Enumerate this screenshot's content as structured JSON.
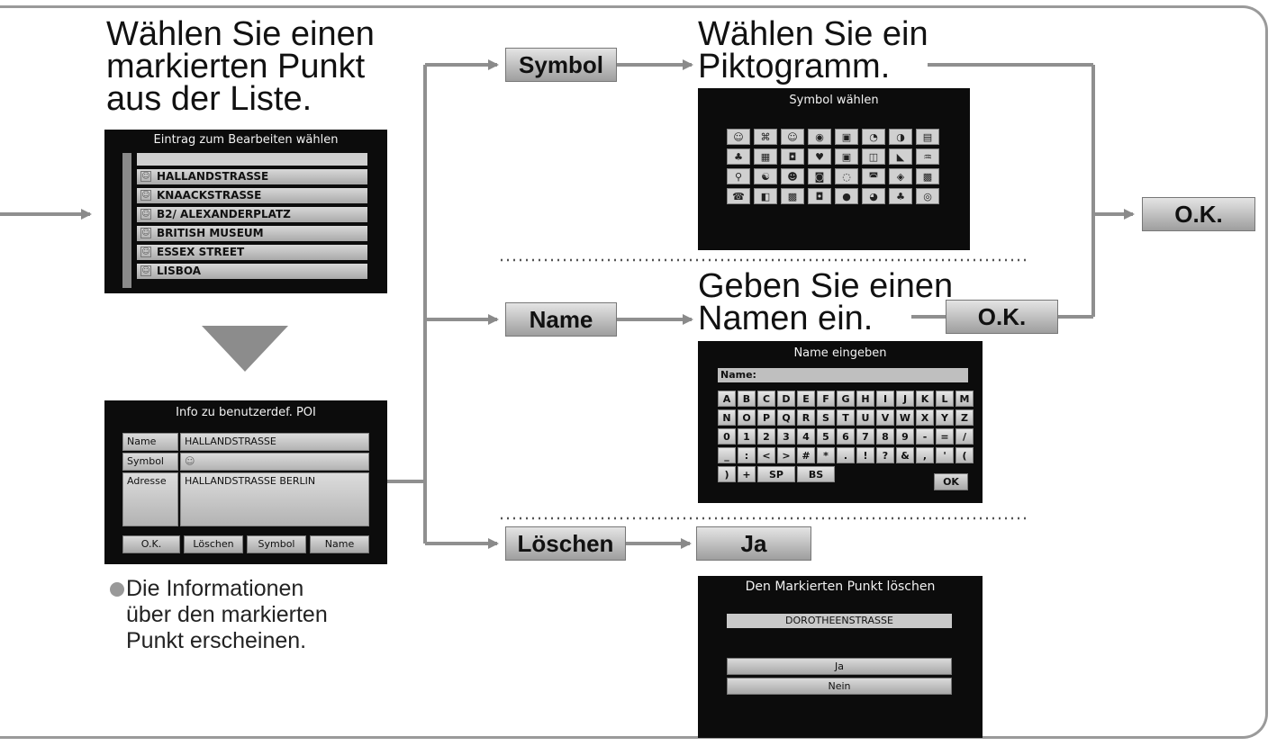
{
  "steps": {
    "select": "Wählen Sie einen\nmarkierten Punkt\naus der Liste.",
    "info_note": "Die Informationen\nüber den markierten\nPunkt erscheinen.",
    "symbol_prompt": "Wählen Sie ein\nPiktogramm.",
    "name_prompt": "Geben Sie einen\nNamen ein."
  },
  "buttons": {
    "symbol": "Symbol",
    "name": "Name",
    "delete": "Löschen",
    "yes": "Ja",
    "ok_name": "O.K.",
    "ok_final": "O.K."
  },
  "list_screen": {
    "title": "Eintrag zum Bearbeiten wählen",
    "items": [
      "HALLANDSTRASSE",
      "KNAACKSTRASSE",
      "B2/ ALEXANDERPLATZ",
      "BRITISH MUSEUM",
      "ESSEX STREET",
      "LISBOA"
    ]
  },
  "info_screen": {
    "title": "Info zu benutzerdef. POI",
    "name_label": "Name",
    "name_value": "HALLANDSTRASSE",
    "symbol_label": "Symbol",
    "address_label": "Adresse",
    "address_value": "HALLANDSTRASSE BERLIN",
    "btn_ok": "O.K.",
    "btn_delete": "Löschen",
    "btn_symbol": "Symbol",
    "btn_name": "Name"
  },
  "symbol_screen": {
    "title": "Symbol wählen",
    "symbols": [
      "☺",
      "⌘",
      "☺",
      "◉",
      "▣",
      "◔",
      "◑",
      "▤",
      "♣",
      "▦",
      "◘",
      "♥",
      "▣",
      "◫",
      "◣",
      "♒",
      "⚲",
      "☯",
      "☻",
      "◙",
      "◌",
      "◚",
      "◈",
      "▩",
      "☎",
      "◧",
      "▩",
      "◘",
      "●",
      "◕",
      "♣",
      "◎"
    ]
  },
  "name_screen": {
    "title": "Name eingeben",
    "field_label": "Name:",
    "keys": [
      "A",
      "B",
      "C",
      "D",
      "E",
      "F",
      "G",
      "H",
      "I",
      "J",
      "K",
      "L",
      "M",
      "N",
      "O",
      "P",
      "Q",
      "R",
      "S",
      "T",
      "U",
      "V",
      "W",
      "X",
      "Y",
      "Z",
      "0",
      "1",
      "2",
      "3",
      "4",
      "5",
      "6",
      "7",
      "8",
      "9",
      "-",
      "=",
      "/",
      "_",
      ":",
      "<",
      ">",
      "#",
      "*",
      ".",
      "!",
      "?",
      "&",
      ",",
      "'",
      "("
    ],
    "bottom_keys": [
      ")",
      "+",
      "SP",
      "BS"
    ],
    "ok": "OK"
  },
  "delete_screen": {
    "title": "Den Markierten Punkt löschen",
    "item": "DOROTHEENSTRASSE",
    "yes": "Ja",
    "no": "Nein"
  }
}
